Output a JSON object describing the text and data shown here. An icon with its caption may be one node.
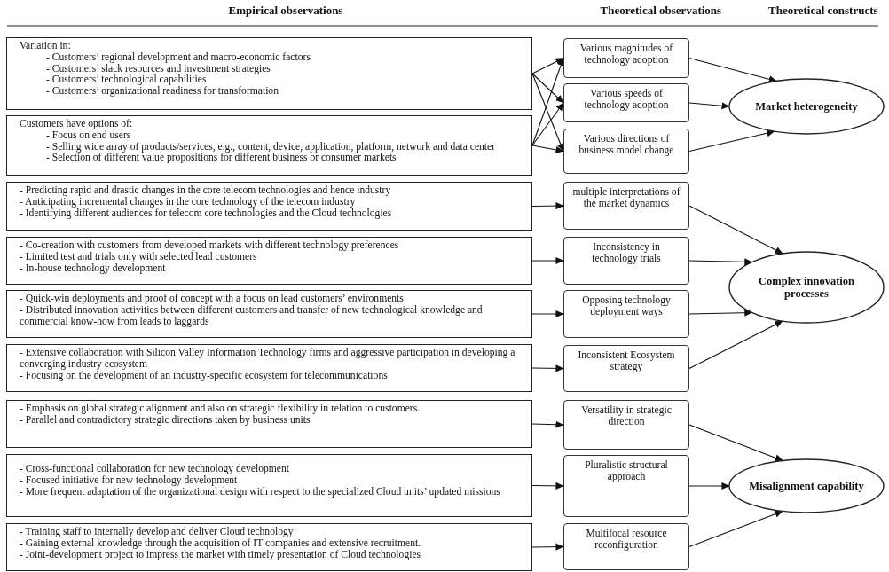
{
  "diagram": {
    "nodes": [
      {
        "text": [
          "Variation in:",
          "- Customers’ regional development and macro-economic factors",
          "- Customers’ slack resources and investment strategies",
          "- Customers’ technological capabilities",
          "- Customers’ organizational readiness for transformation"
        ]
      },
      {
        "text": [
          "Customers have options of:",
          "- Focus on end users",
          "- Selling wide array of products/services, e.g., content, device, application, platform, network and data center",
          "- Selection of different value propositions for different business or consumer markets"
        ]
      },
      {
        "text": [
          "- Predicting rapid and drastic changes in the core telecom technologies and hence industry",
          "- Anticipating incremental changes in the core technology of the telecom industry",
          "- Identifying different audiences for telecom core technologies and the Cloud technologies"
        ]
      },
      {
        "text": [
          "- Co-creation with customers from developed markets with different technology preferences",
          "- Limited test and trials only with selected lead customers",
          "- In-house technology development"
        ]
      },
      {
        "text": [
          "- Quick-win deployments and proof of concept with a focus on lead customers’ environments",
          "- Distributed innovation activities between different customers and transfer of new technological knowledge and commercial know-how from leads to laggards"
        ]
      },
      {
        "text": [
          "- Extensive collaboration with Silicon Valley Information Technology firms and aggressive participation in developing a converging industry ecosystem",
          "- Focusing on the development of an industry-specific ecosystem for telecommunications"
        ]
      },
      {
        "text": [
          "- Emphasis on global strategic alignment and also on strategic flexibility in relation to customers.",
          "- Parallel and contradictory strategic directions taken by business units"
        ]
      },
      {
        "text": [
          "- Cross-functional collaboration for new technology development",
          "- Focused initiative for new technology development",
          "- More frequent adaptation of the organizational design with respect to the specialized Cloud units’ updated missions"
        ]
      },
      {
        "text": [
          "- Training staff to internally develop and deliver Cloud technology",
          "- Gaining external knowledge through the acquisition of IT companies and extensive recruitment.",
          "- Joint-development project to impress the market with timely presentation of Cloud technologies"
        ]
      },
      {
        "text": [
          "Various magnitudes of technology adoption"
        ]
      },
      {
        "text": [
          "Various speeds of technology adoption"
        ]
      },
      {
        "text": [
          "Various directions of business model change"
        ]
      },
      {
        "text": [
          "multiple interpretations of the market dynamics"
        ]
      },
      {
        "text": [
          "Inconsistency in technology trials"
        ]
      },
      {
        "text": [
          "Opposing technology deployment ways"
        ]
      },
      {
        "text": [
          "Inconsistent Ecosystem strategy"
        ]
      },
      {
        "text": [
          "Versatility in strategic direction"
        ]
      },
      {
        "text": [
          "Pluralistic structural approach"
        ]
      },
      {
        "text": [
          "Multifocal resource reconfiguration"
        ]
      },
      {
        "text": [
          "Market heterogeneity"
        ]
      },
      {
        "text": [
          "Complex innovation processes"
        ]
      },
      {
        "text": [
          "Misalignment capability"
        ]
      }
    ],
    "edges": [
      {
        "from": 0,
        "to": 9,
        "arrow": "to"
      },
      {
        "from": 0,
        "to": 10,
        "arrow": "to"
      },
      {
        "from": 0,
        "to": 11,
        "arrow": "to"
      },
      {
        "from": 1,
        "to": 9,
        "arrow": "to"
      },
      {
        "from": 1,
        "to": 10,
        "arrow": "to"
      },
      {
        "from": 1,
        "to": 11,
        "arrow": "to"
      },
      {
        "from": 2,
        "to": 12,
        "arrow": "to"
      },
      {
        "from": 3,
        "to": 13,
        "arrow": "to"
      },
      {
        "from": 4,
        "to": 14,
        "arrow": "to"
      },
      {
        "from": 5,
        "to": 15,
        "arrow": "to"
      },
      {
        "from": 6,
        "to": 16,
        "arrow": "to"
      },
      {
        "from": 7,
        "to": 17,
        "arrow": "to"
      },
      {
        "from": 8,
        "to": 18,
        "arrow": "to"
      },
      {
        "from": 9,
        "to": 19,
        "arrow": "to"
      },
      {
        "from": 10,
        "to": 19,
        "arrow": "to"
      },
      {
        "from": 11,
        "to": 19,
        "arrow": "to"
      },
      {
        "from": 12,
        "to": 20,
        "arrow": "to"
      },
      {
        "from": 13,
        "to": 20,
        "arrow": "to"
      },
      {
        "from": 14,
        "to": 20,
        "arrow": "to"
      },
      {
        "from": 15,
        "to": 20,
        "arrow": "to"
      },
      {
        "from": 16,
        "to": 21,
        "arrow": "to"
      },
      {
        "from": 17,
        "to": 21,
        "arrow": "to"
      },
      {
        "from": 18,
        "to": 21,
        "arrow": "to"
      }
    ],
    "labels": [
      "Empirical observations",
      "Theoretical observations",
      "Theoretical constructs"
    ]
  }
}
